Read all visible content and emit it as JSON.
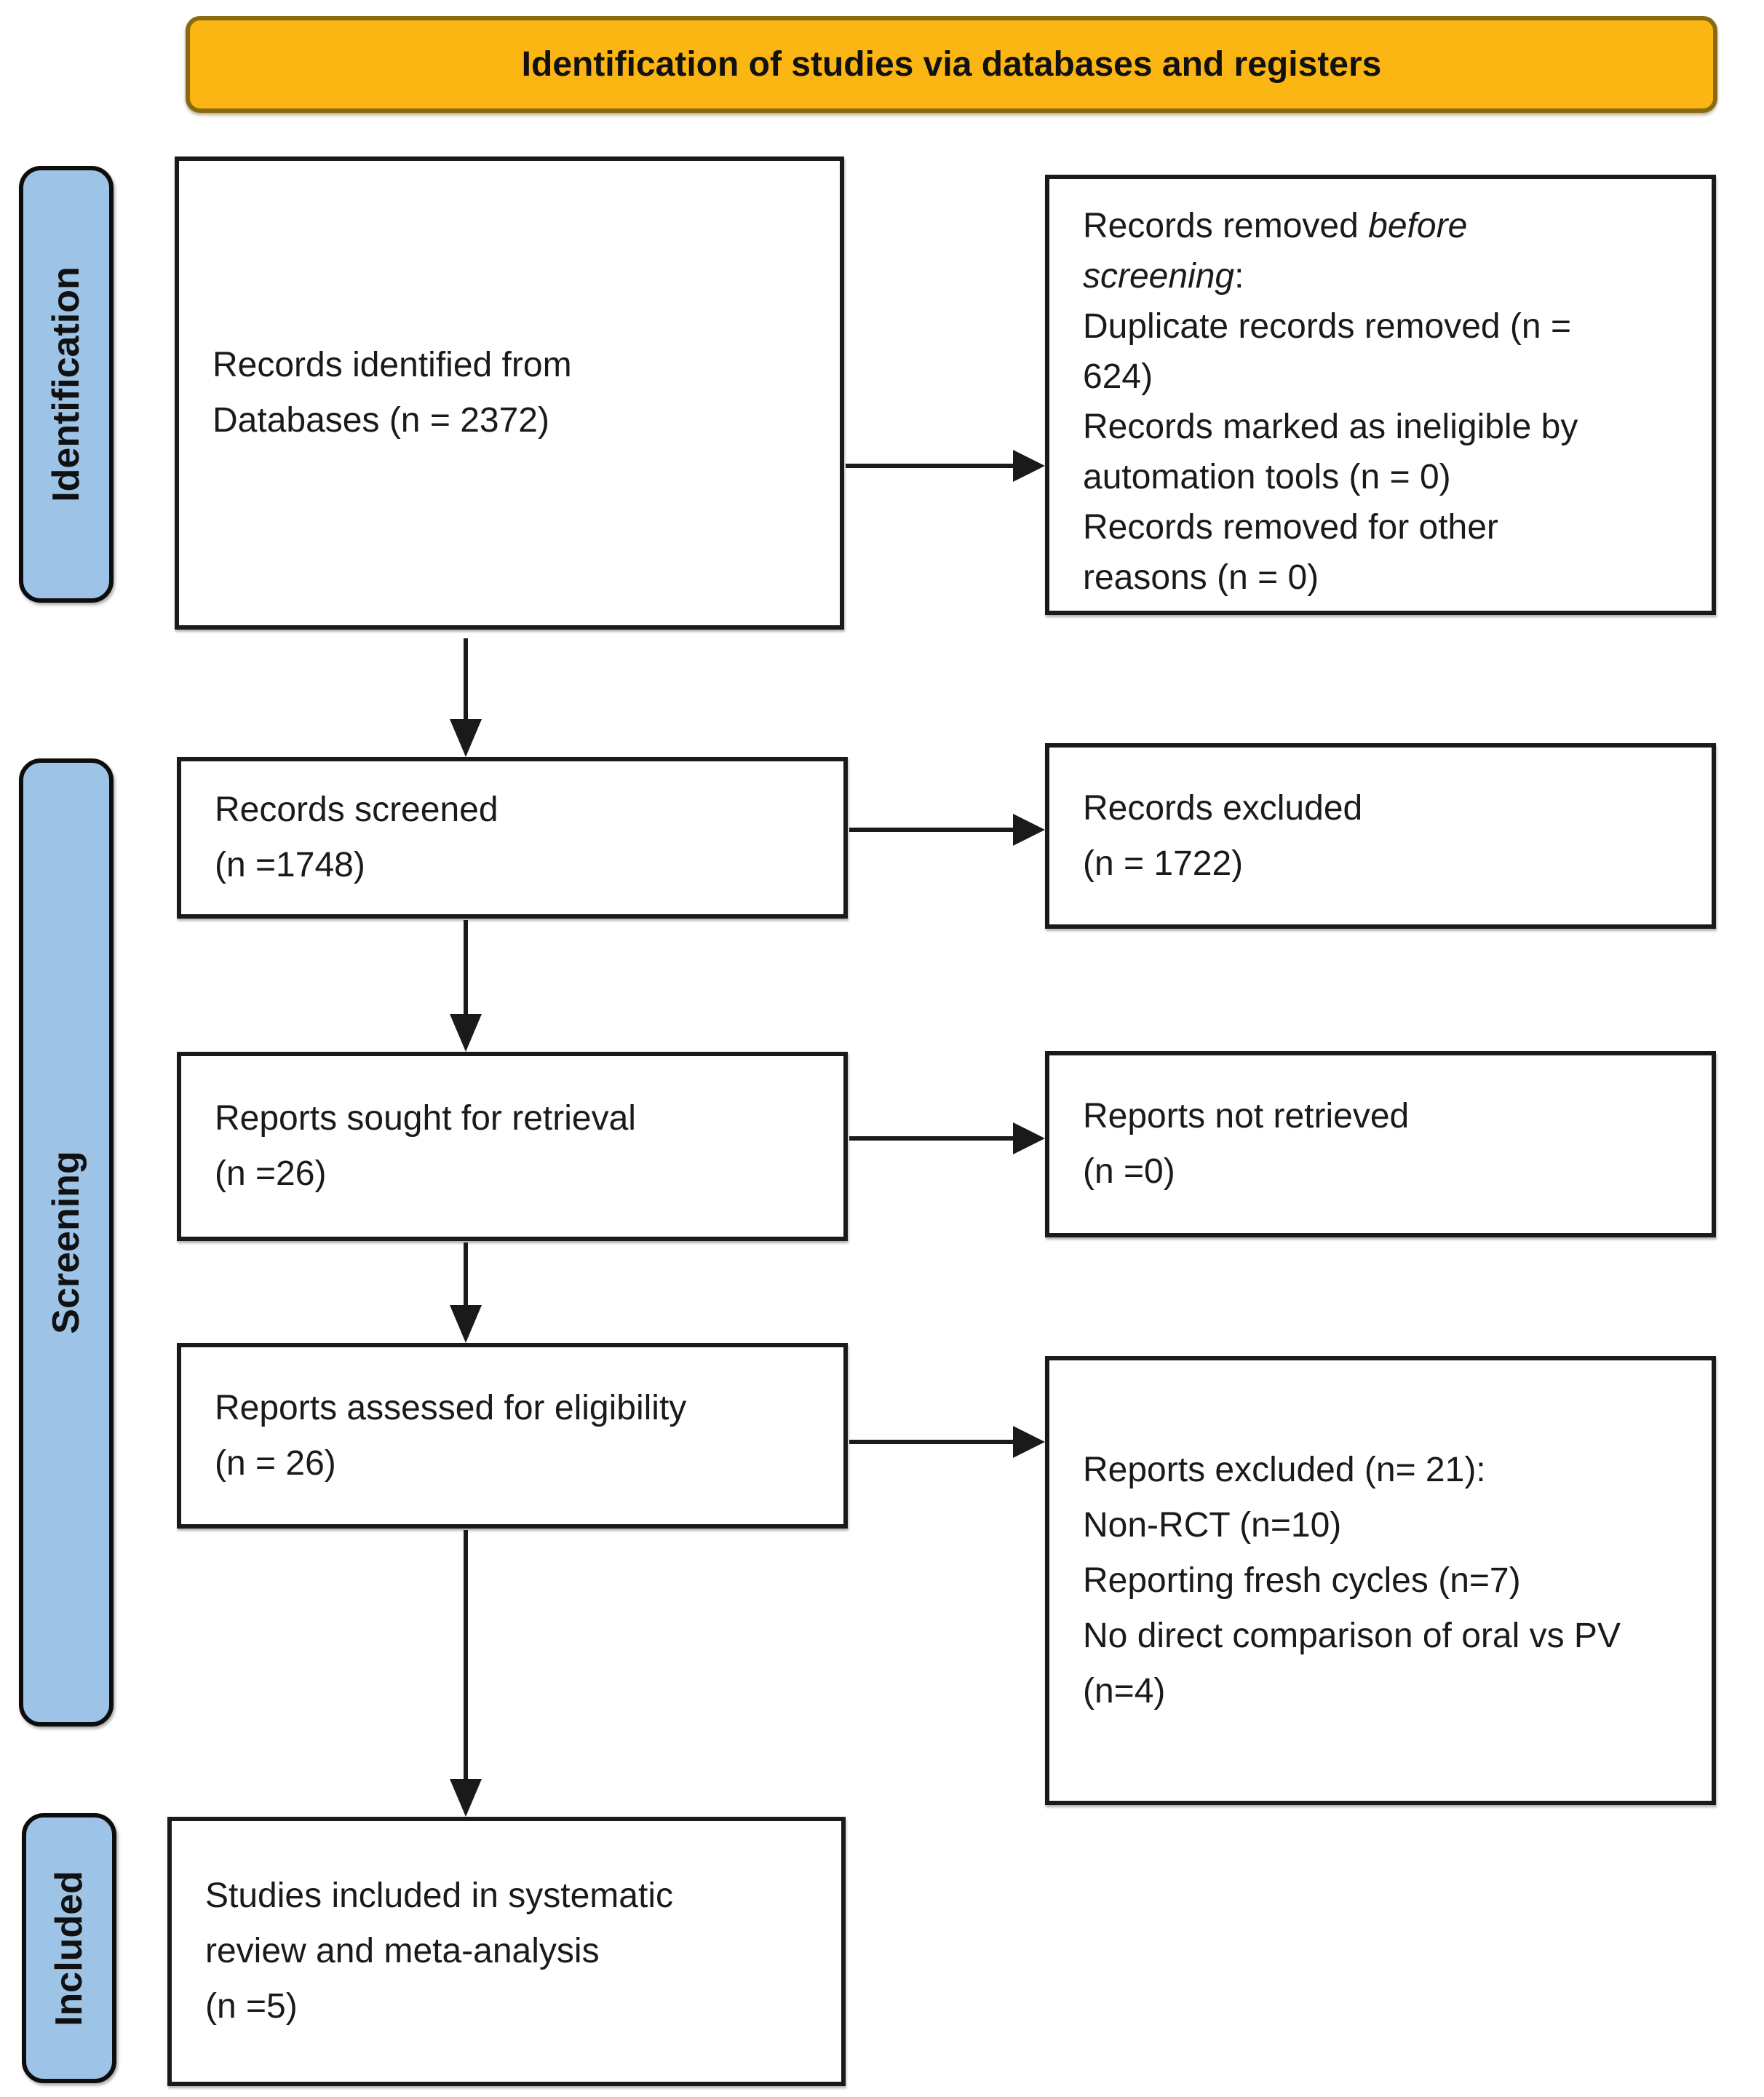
{
  "header": {
    "title": "Identification of studies via databases and registers"
  },
  "stages": {
    "identification": {
      "label": "Identification"
    },
    "screening": {
      "label": "Screening"
    },
    "included": {
      "label": "Included"
    }
  },
  "boxes": {
    "records_identified": {
      "lines": [
        "Records identified from",
        "Databases (n = 2372)"
      ]
    },
    "records_removed": {
      "line1_regular": "Records removed ",
      "line1_italic": "before",
      "line2_italic": "screening",
      "line2_regular": ":",
      "detail_lines": [
        "Duplicate records removed (n =",
        "624)",
        "Records marked as ineligible by",
        "automation tools (n = 0)",
        "Records removed for other",
        "reasons (n = 0)"
      ]
    },
    "records_screened": {
      "lines": [
        "Records screened",
        "(n =1748)"
      ]
    },
    "records_excluded": {
      "lines": [
        "Records excluded",
        "(n = 1722)"
      ]
    },
    "reports_sought": {
      "lines": [
        "Reports sought for retrieval",
        "(n =26)"
      ]
    },
    "reports_not_retrieved": {
      "lines": [
        "Reports not retrieved",
        "(n =0)"
      ]
    },
    "reports_assessed": {
      "lines": [
        "Reports assessed for eligibility",
        "(n = 26)"
      ]
    },
    "reports_excluded": {
      "lines": [
        "Reports excluded (n= 21):",
        "Non-RCT (n=10)",
        "Reporting fresh cycles (n=7)",
        "No direct comparison of oral vs PV",
        "(n=4)"
      ]
    },
    "studies_included": {
      "lines": [
        "Studies included in systematic",
        "review and meta-analysis",
        "(n =5)"
      ]
    }
  },
  "colors": {
    "header_fill": "#FCB614",
    "header_border": "#8A6914",
    "stage_fill": "#9DC3E6",
    "stage_border": "#0D0D0D",
    "box_border": "#1A1A1A",
    "line_color": "#1A1A1A",
    "text_color": "#1A1A1A"
  }
}
